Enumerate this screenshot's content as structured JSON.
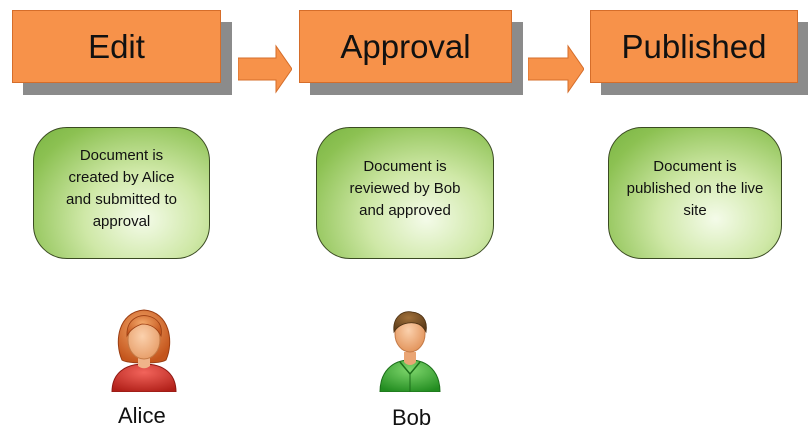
{
  "stages": [
    {
      "label": "Edit"
    },
    {
      "label": "Approval"
    },
    {
      "label": "Published"
    }
  ],
  "descriptions": [
    {
      "text": "Document is\ncreated by Alice\nand submitted to\napproval"
    },
    {
      "text": "Document is\nreviewed by Bob\nand approved"
    },
    {
      "text": "Document is\npublished on the live\nsite"
    }
  ],
  "people": [
    {
      "name": "Alice",
      "icon": "user-female-icon"
    },
    {
      "name": "Bob",
      "icon": "user-male-icon"
    }
  ],
  "colors": {
    "stage_fill": "#f7924a",
    "stage_shadow": "#8b8b8b",
    "bubble_fill": "#8cc152",
    "alice_shirt": "#d9342b",
    "bob_shirt": "#3aa836"
  }
}
